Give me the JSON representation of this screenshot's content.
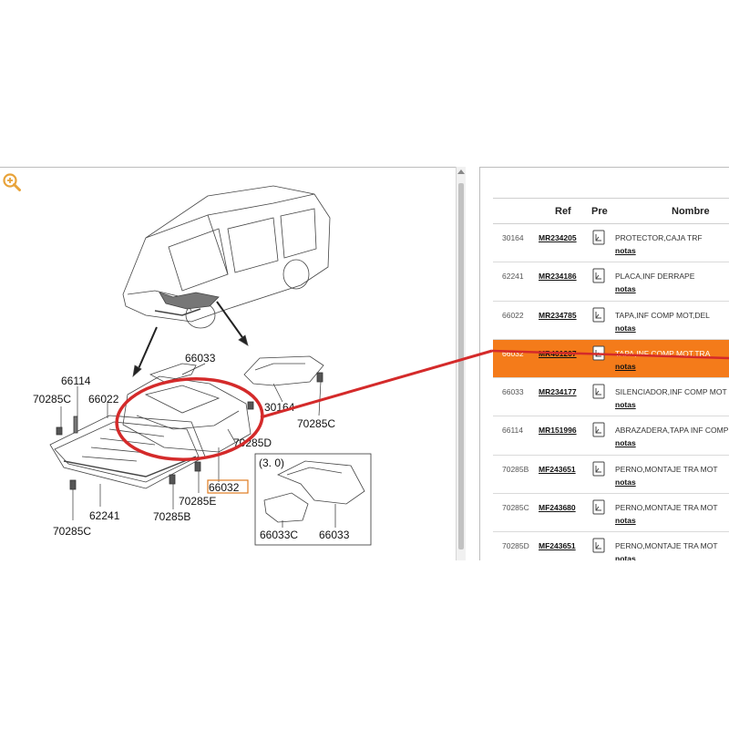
{
  "diagram": {
    "labels": {
      "l66033a": "66033",
      "l66114": "66114",
      "l70285c_a": "70285C",
      "l66022": "66022",
      "l30164": "30164",
      "l70285c_b": "70285C",
      "l70285d": "70285D",
      "l66032": "66032",
      "l70285e": "70285E",
      "l70285b": "70285B",
      "l62241": "62241",
      "l70285c_c": "70285C",
      "inset_title": "(3. 0)",
      "l66033c": "66033C",
      "l66033b": "66033"
    },
    "icons": {
      "zoom": "zoom-in-icon"
    }
  },
  "table": {
    "headers": {
      "ref": "Ref",
      "pre": "Pre",
      "name": "Nombre"
    },
    "rows": [
      {
        "num": "30164",
        "ref": "MR234205",
        "name": "PROTECTOR,CAJA TRF",
        "notes": "notas"
      },
      {
        "num": "62241",
        "ref": "MR234186",
        "name": "PLACA,INF DERRAPE",
        "notes": "notas"
      },
      {
        "num": "66022",
        "ref": "MR234785",
        "name": "TAPA,INF COMP MOT,DEL",
        "notes": "notas"
      },
      {
        "num": "66032",
        "ref": "MR401207",
        "name": "TAPA,INF COMP MOT,TRA",
        "notes": "notas"
      },
      {
        "num": "66033",
        "ref": "MR234177",
        "name": "SILENCIADOR,INF COMP MOT",
        "notes": "notas"
      },
      {
        "num": "66114",
        "ref": "MR151996",
        "name": "ABRAZADERA,TAPA INF COMP",
        "notes": "notas"
      },
      {
        "num": "70285B",
        "ref": "MF243651",
        "name": "PERNO,MONTAJE TRA MOT",
        "notes": "notas"
      },
      {
        "num": "70285C",
        "ref": "MF243680",
        "name": "PERNO,MONTAJE TRA MOT",
        "notes": "notas"
      },
      {
        "num": "70285D",
        "ref": "MF243651",
        "name": "PERNO,MONTAJE TRA MOT",
        "notes": "notas"
      }
    ],
    "row_icon": "print-document-icon",
    "highlight_color": "#f47b1a"
  },
  "annotation": {
    "color": "#d42a2a",
    "highlight_box_color": "#e07b20"
  }
}
